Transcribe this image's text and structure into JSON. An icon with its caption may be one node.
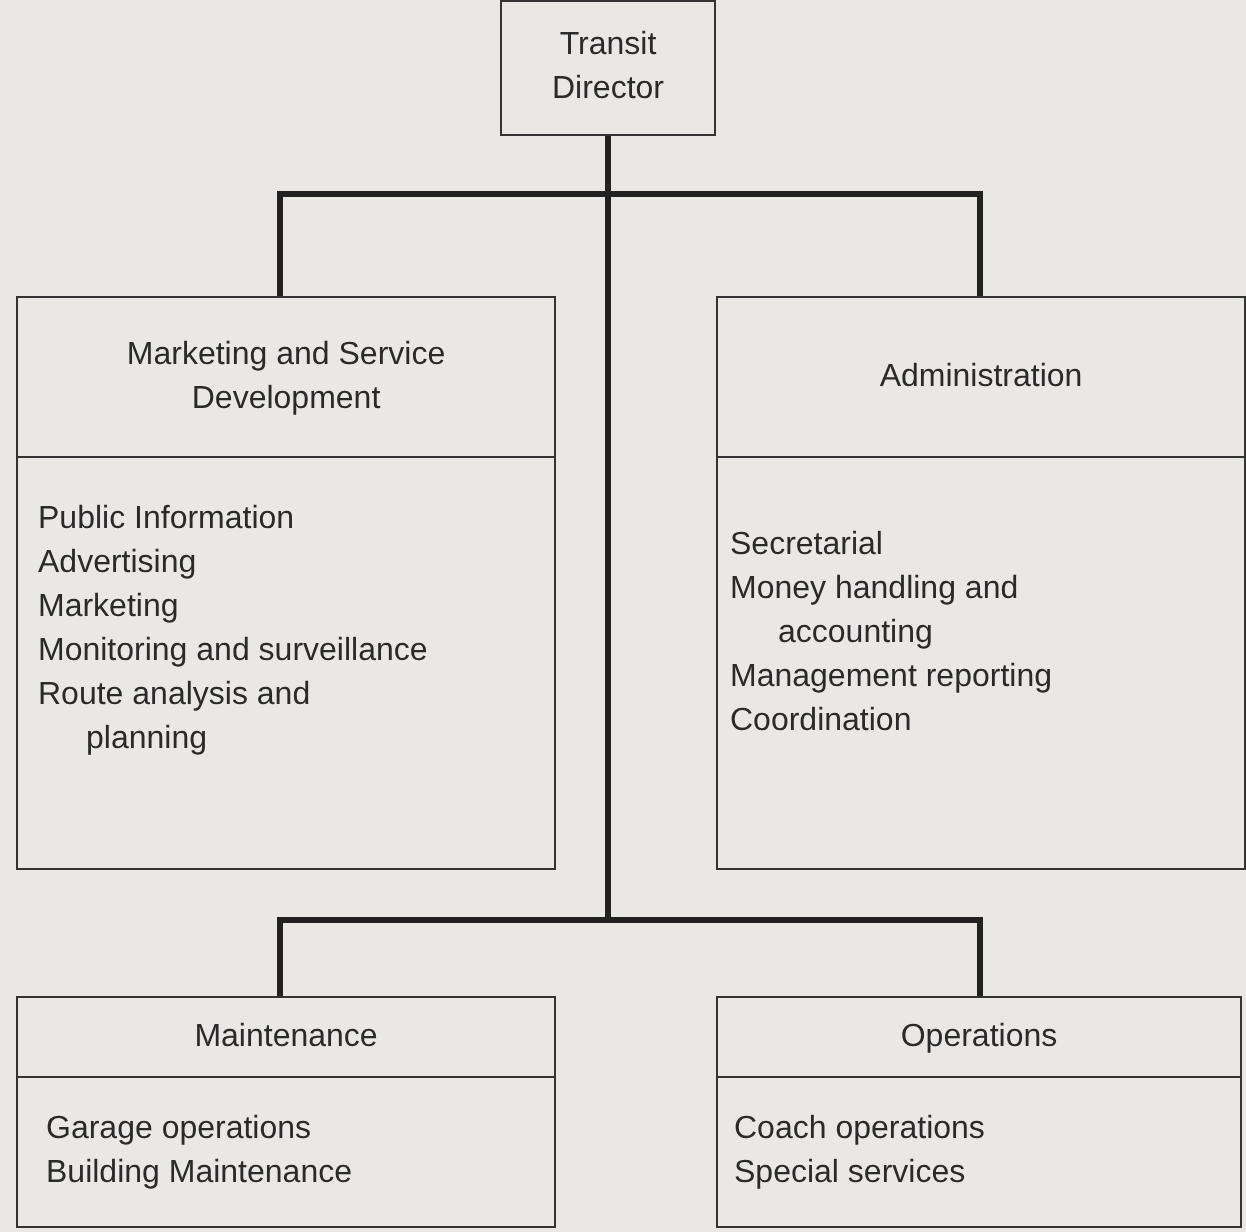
{
  "diagram": {
    "nodes": [
      {
        "text": [
          "Transit Director"
        ]
      },
      {
        "text": [
          "Marketing and Service Development",
          "Public Information",
          "Advertising",
          "Marketing",
          "Monitoring and surveillance",
          "Route analysis and planning"
        ]
      },
      {
        "text": [
          "Administration",
          "Secretarial",
          "Money handling and accounting",
          "Management reporting",
          "Coordination"
        ]
      },
      {
        "text": [
          "Maintenance",
          "Garage operations",
          "Building Maintenance"
        ]
      },
      {
        "text": [
          "Operations",
          "Coach operations",
          "Special services"
        ]
      }
    ],
    "edges": [
      {
        "from": 0,
        "to": 1,
        "arrow": "none"
      },
      {
        "from": 0,
        "to": 2,
        "arrow": "none"
      },
      {
        "from": 0,
        "to": 3,
        "arrow": "none"
      },
      {
        "from": 0,
        "to": 4,
        "arrow": "none"
      }
    ]
  }
}
